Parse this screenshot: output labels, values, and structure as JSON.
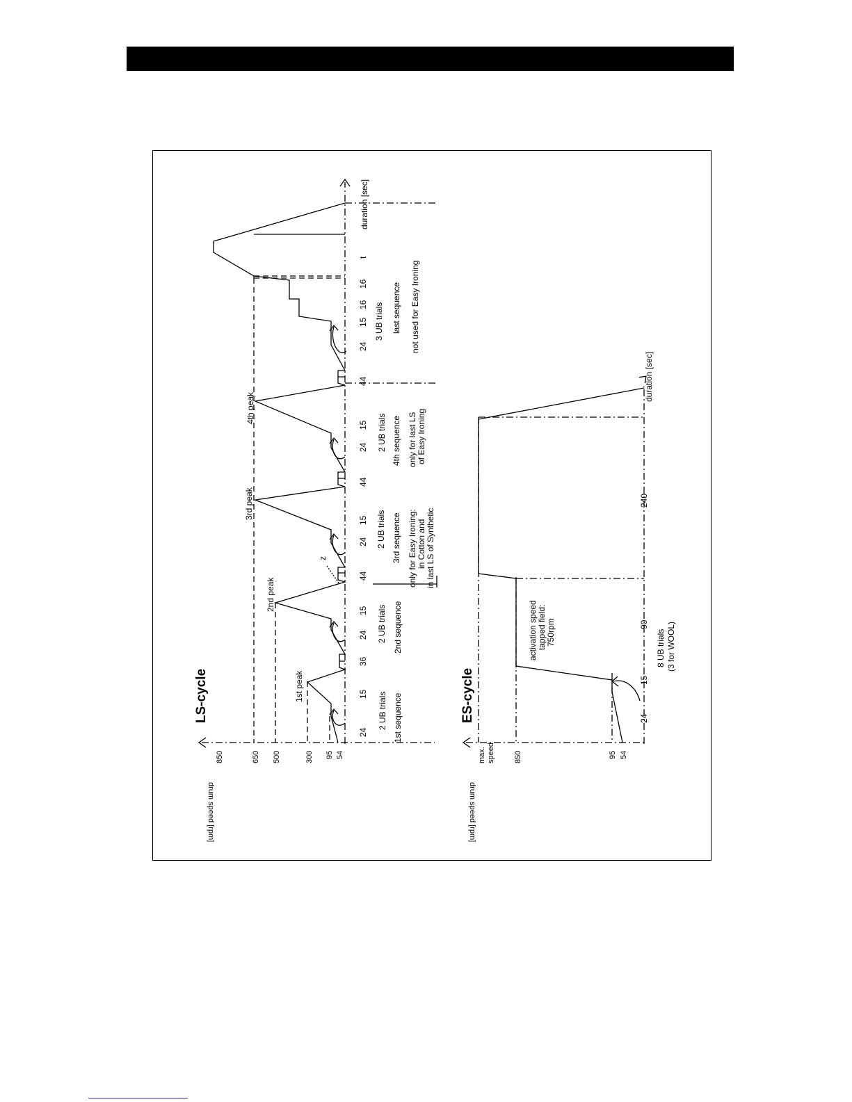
{
  "ls": {
    "title": "LS-cycle",
    "y_axis_label": "drum speed [rpm]",
    "x_axis_label": "duration [sec]",
    "speeds": [
      "850",
      "650",
      "500",
      "300",
      "95",
      "54"
    ],
    "durations": [
      "24",
      "15",
      "36",
      "24",
      "15",
      "44",
      "24",
      "15",
      "44",
      "24",
      "15",
      "44",
      "24",
      "15",
      "16",
      "16",
      "t"
    ],
    "peaks": [
      "1st peak",
      "2nd peak",
      "3rd peak",
      "4th peak"
    ],
    "z_label": "z",
    "ub_trials": [
      "2 UB trials",
      "2 UB trials",
      "2 UB trials",
      "2 UB trials",
      "3 UB trials"
    ],
    "seq1": "1st sequence",
    "seq2": "2nd sequence",
    "seq3": [
      "3rd sequence",
      "only for Easy Ironing:",
      "in Cotton and",
      "in last LS of Synthetic"
    ],
    "seq4": [
      "4th sequence",
      "only for last LS",
      "of Easy Ironing"
    ],
    "seq_last": [
      "last sequence",
      "not used for Easy Ironing"
    ]
  },
  "es": {
    "title": "ES-cycle",
    "y_axis_label": "drum speed [rpm]",
    "x_axis_label": "duration [sec]",
    "speeds": [
      "max. speed",
      "850",
      "95",
      "54"
    ],
    "durations": [
      "24",
      "15",
      "90",
      "240"
    ],
    "activation": [
      "activation speed",
      "tapped field:",
      "750rpm"
    ],
    "ub_trials": [
      "8 UB trials",
      "(3 for WOOL)"
    ]
  }
}
